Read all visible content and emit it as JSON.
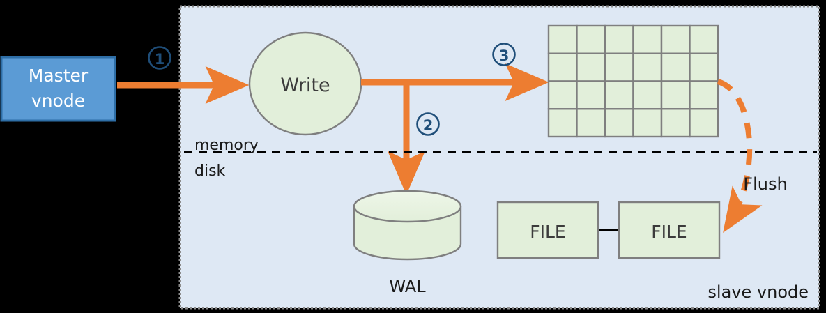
{
  "diagram": {
    "title_absent": true,
    "colors": {
      "canvas_background": "#000000",
      "panel_background": "#dee8f4",
      "panel_border": "#808080",
      "master_box_fill": "#5b9bd5",
      "master_box_border": "#2e6ea6",
      "master_box_text": "#ffffff",
      "node_fill": "#e2efda",
      "node_border": "#7f7f7f",
      "arrow_orange": "#ed7d31",
      "badge_stroke": "#1f4e79",
      "badge_text": "#1f4e79",
      "label_text": "#262626",
      "connector_black": "#000000",
      "divider_dashed": "#000000"
    },
    "master": {
      "label_line1": "Master",
      "label_line2": "vnode"
    },
    "steps": [
      {
        "id": "step-1",
        "badge": "1"
      },
      {
        "id": "step-2",
        "badge": "2"
      },
      {
        "id": "step-3",
        "badge": "3"
      }
    ],
    "write_node": {
      "label": "Write"
    },
    "memtable": {
      "name": "memtable-grid",
      "columns": 6,
      "rows": 4
    },
    "wal": {
      "label": "WAL"
    },
    "files": [
      {
        "label": "FILE"
      },
      {
        "label": "FILE"
      }
    ],
    "flush": {
      "label": "Flush"
    },
    "tier_labels": {
      "memory": "memory",
      "disk": "disk"
    },
    "panel_caption": "slave vnode"
  }
}
